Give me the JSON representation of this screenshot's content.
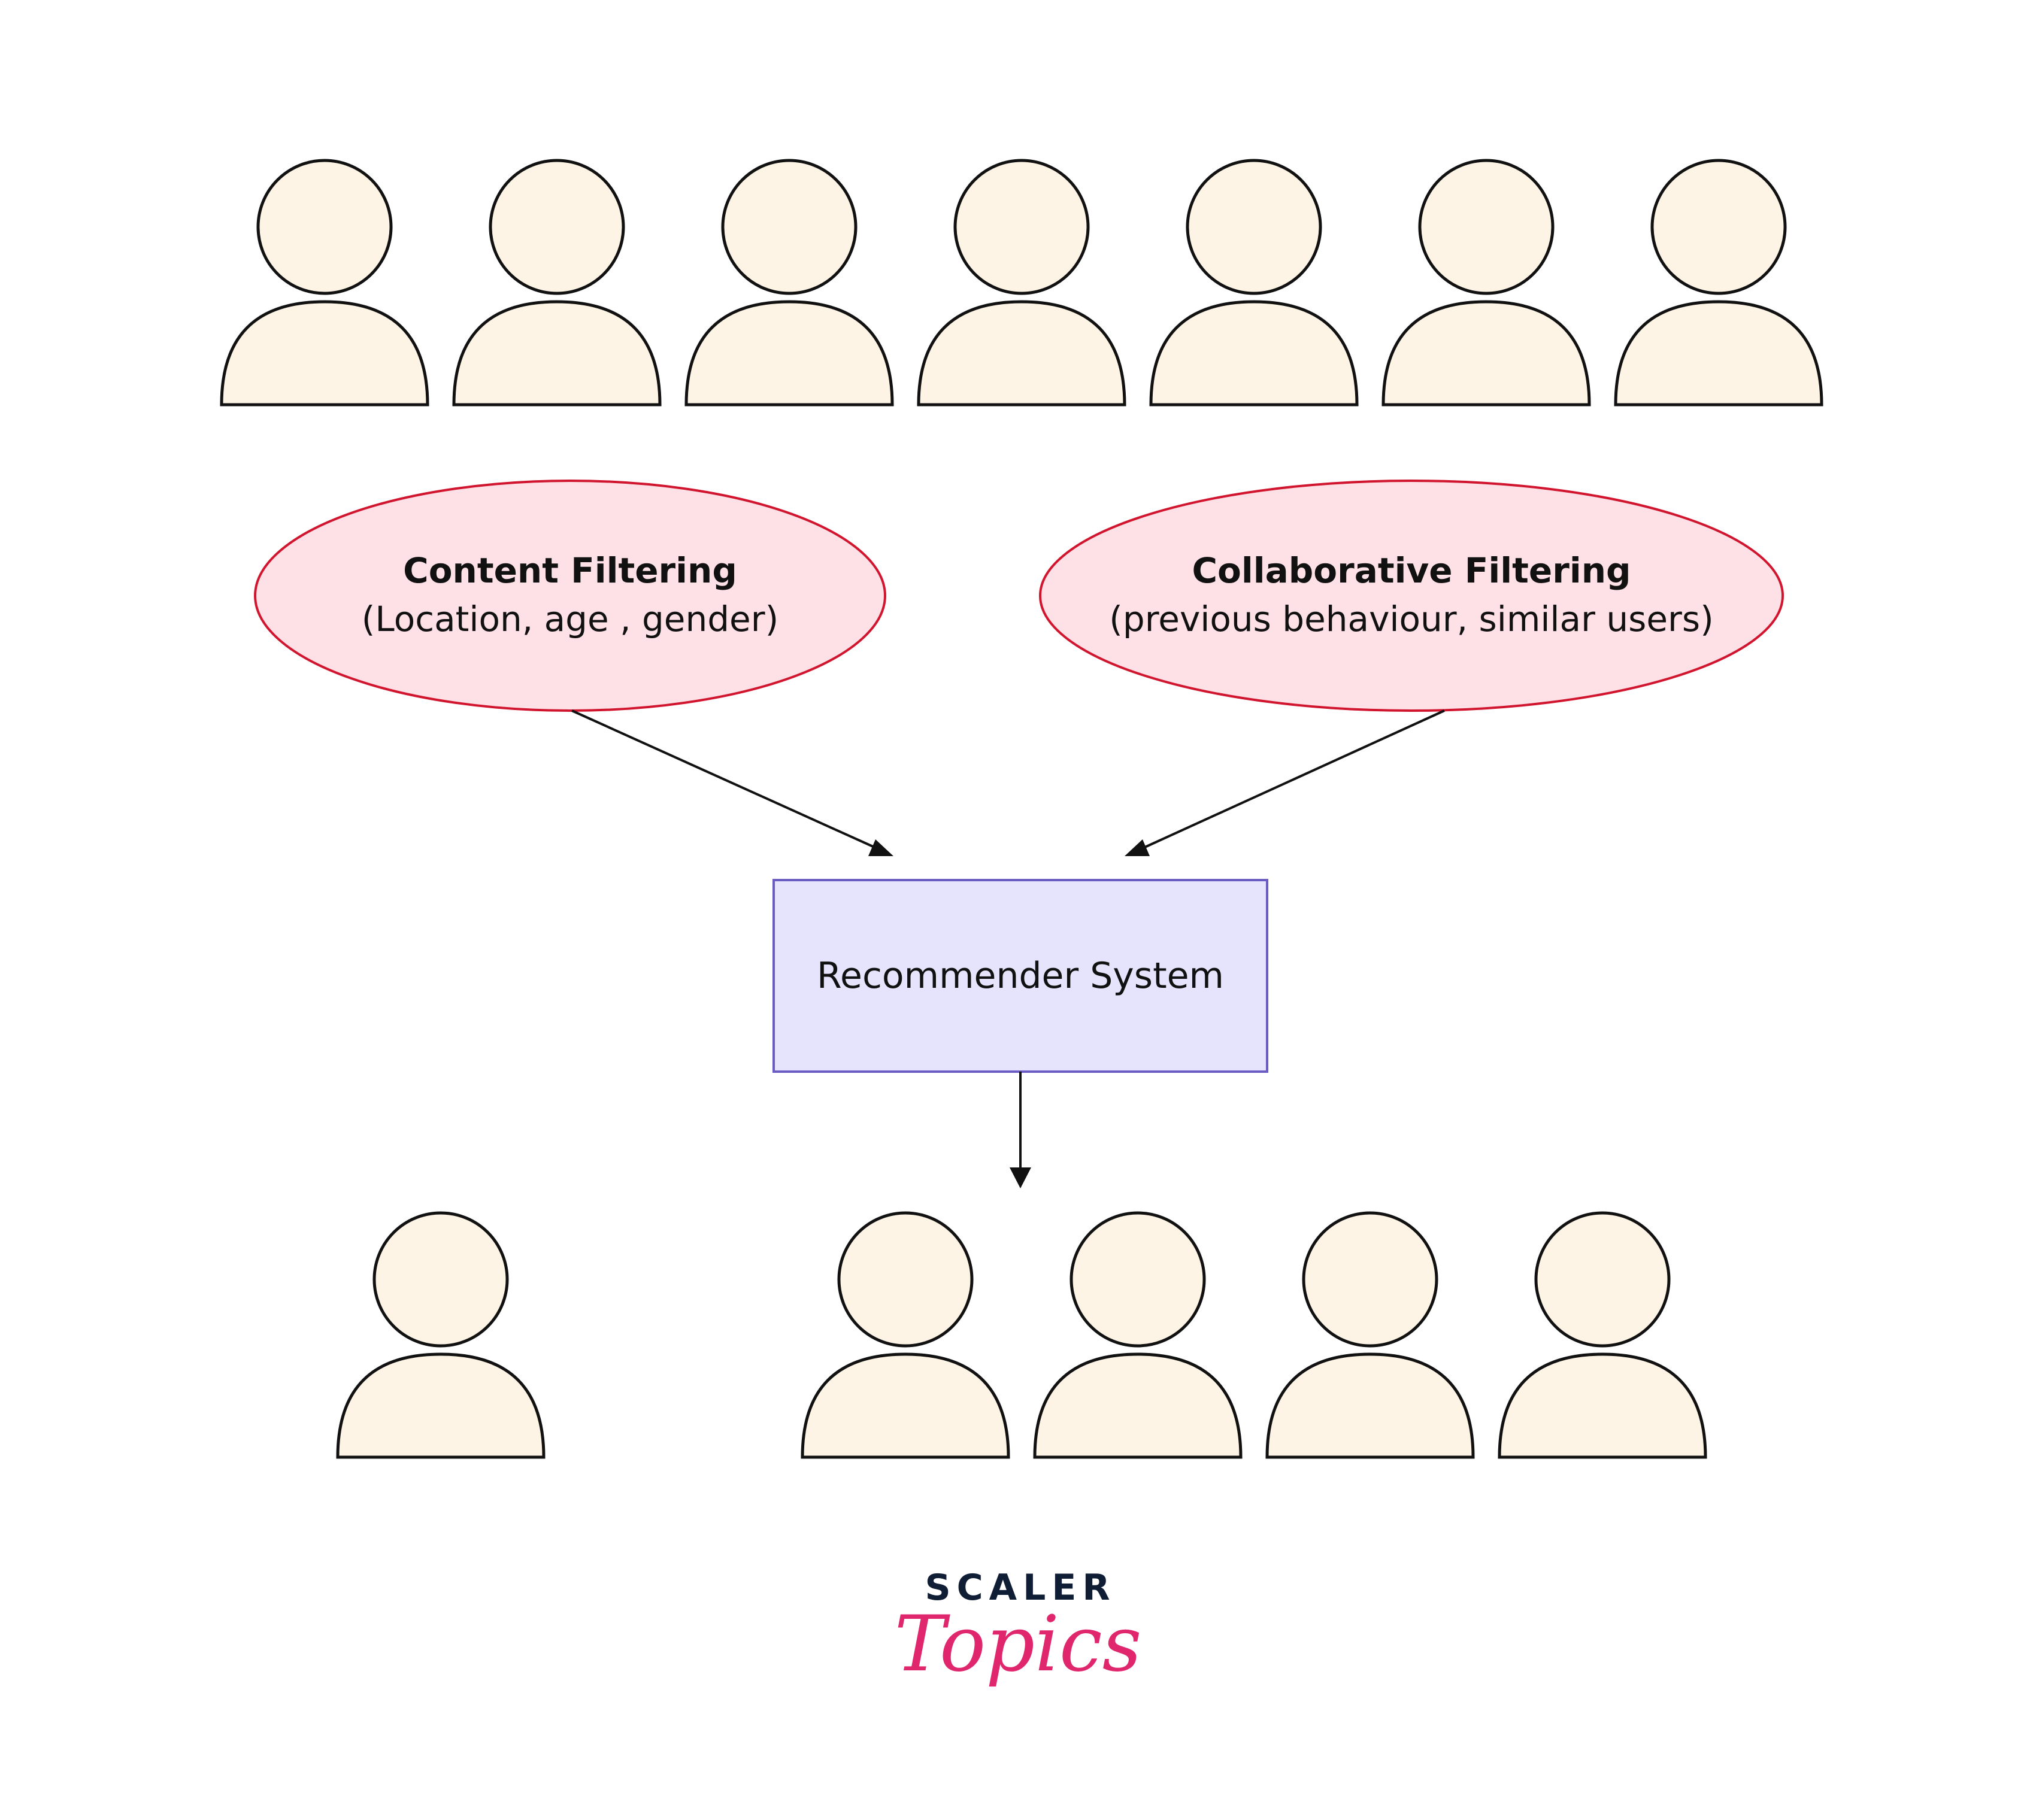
{
  "filters": {
    "content": {
      "title": "Content Filtering",
      "detail": "(Location, age , gender)"
    },
    "collaborative": {
      "title": "Collaborative Filtering",
      "detail": "(previous behaviour, similar users)"
    }
  },
  "system": {
    "label": "Recommender System"
  },
  "users": {
    "top_count": 7,
    "bottom_left_count": 1,
    "bottom_right_count": 4
  },
  "logo": {
    "line1": "SCALER",
    "line2": "Topics"
  },
  "colors": {
    "user_fill": "#fdf4e5",
    "filter_fill": "#fde1e6",
    "filter_stroke": "#d1152e",
    "system_fill": "#e6e4fc",
    "system_stroke": "#6a5cc2",
    "logo_dark": "#0f1e35",
    "logo_pink": "#e0266d"
  }
}
